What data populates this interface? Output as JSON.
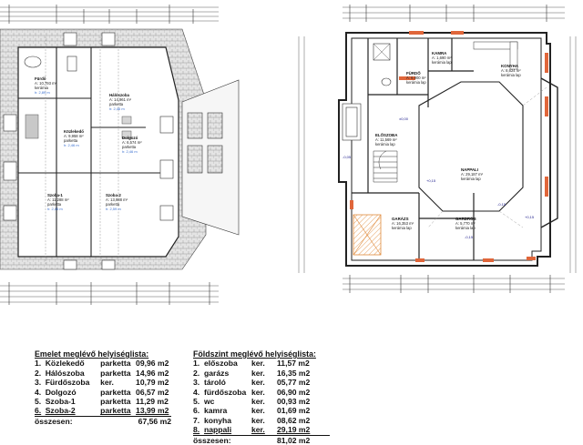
{
  "upper_floor_plan": {
    "rooms": [
      {
        "name": "Fürdő",
        "area": "A: 10,793 m²",
        "floor": "kerámia",
        "extra": "h: 2,89 m"
      },
      {
        "name": "Hálószoba",
        "area": "A: 14,961 m²",
        "floor": "parketta",
        "extra": "h: 2,46 m"
      },
      {
        "name": "Közlekedő",
        "area": "A: 9,958 m²",
        "floor": "parketta",
        "extra": "h: 2,46 m"
      },
      {
        "name": "Dolgozó",
        "area": "A: 6,574 m²",
        "floor": "parketta",
        "extra": "h: 2,46 m"
      },
      {
        "name": "Szoba-1",
        "area": "A: 11,288 m²",
        "floor": "parketta",
        "extra": "h: 2,45 m"
      },
      {
        "name": "Szoba-2",
        "area": "A: 13,988 m²",
        "floor": "parketta",
        "extra": "h: 2,59 m"
      }
    ]
  },
  "ground_floor_plan": {
    "rooms": [
      {
        "name": "FÜRDŐ",
        "area": "A: 6,900 m²",
        "floor": "kerámia lap"
      },
      {
        "name": "KAMRA",
        "area": "A: 1,690 m²",
        "floor": "kerámia lap"
      },
      {
        "name": "KONYHA",
        "area": "A: 8,624 m²",
        "floor": "kerámia lap"
      },
      {
        "name": "ELŐSZOBA",
        "area": "A: 11,569 m²",
        "floor": "kerámia lap"
      },
      {
        "name": "NAPPALI",
        "area": "A: 29,187 m²",
        "floor": "kerámia lap"
      },
      {
        "name": "GARÁZS",
        "area": "A: 16,353 m²",
        "floor": "kerámia lap"
      },
      {
        "name": "GARDRÓB",
        "area": "A: 5,770 m²",
        "floor": "kerámia lap"
      }
    ],
    "level_marks": [
      "±0,00",
      "-0,05",
      "+0,15",
      "-0,15",
      "-0,15",
      "+0,15"
    ]
  },
  "upper_table": {
    "title": "Emelet meglévő helyiséglista:",
    "rows": [
      {
        "no": "1.",
        "name": "Közlekedő",
        "floor": "parketta",
        "area": "09,96 m2"
      },
      {
        "no": "2.",
        "name": "Hálószoba",
        "floor": "parketta",
        "area": "14,96 m2"
      },
      {
        "no": "3.",
        "name": "Fürdőszoba",
        "floor": "ker.",
        "area": "10,79 m2"
      },
      {
        "no": "4.",
        "name": "Dolgozó",
        "floor": "parketta",
        "area": "06,57 m2"
      },
      {
        "no": "5.",
        "name": "Szoba-1",
        "floor": "parketta",
        "area": "11,29 m2"
      },
      {
        "no": "6.",
        "name": "Szoba-2",
        "floor": "parketta",
        "area": "13,99 m2"
      }
    ],
    "total_label": "összesen:",
    "total_value": "67,56 m2"
  },
  "ground_table": {
    "title": "Földszint meglévő helyiséglista:",
    "rows": [
      {
        "no": "1.",
        "name": "előszoba",
        "floor": "ker.",
        "area": "11,57 m2"
      },
      {
        "no": "2.",
        "name": "garázs",
        "floor": "ker.",
        "area": "16,35 m2"
      },
      {
        "no": "3.",
        "name": "tároló",
        "floor": "ker.",
        "area": "05,77 m2"
      },
      {
        "no": "4.",
        "name": "fürdőszoba",
        "floor": "ker.",
        "area": "06,90 m2"
      },
      {
        "no": "5.",
        "name": "wc",
        "floor": "ker.",
        "area": "00,93 m2"
      },
      {
        "no": "6.",
        "name": "kamra",
        "floor": "ker.",
        "area": "01,69 m2"
      },
      {
        "no": "7.",
        "name": "konyha",
        "floor": "ker.",
        "area": "08,62 m2"
      },
      {
        "no": "8.",
        "name": "nappali",
        "floor": "ker.",
        "area": "29,19 m2"
      }
    ],
    "total_label": "összesen:",
    "total_value": "81,02 m2"
  }
}
